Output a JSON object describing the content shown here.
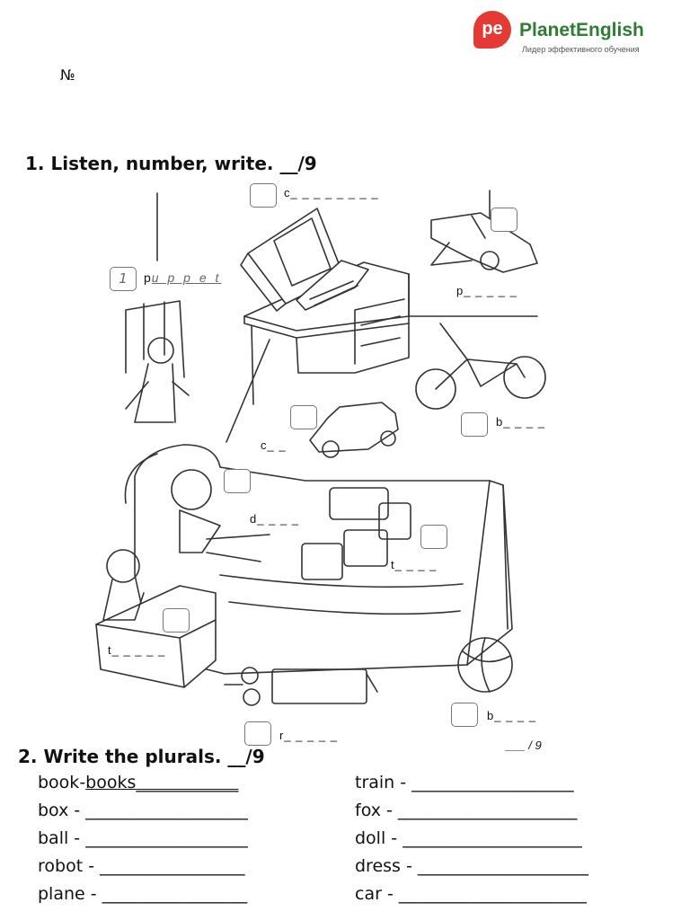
{
  "header": {
    "logo_mark": "pe",
    "logo_name": "PlanetEnglish",
    "logo_tagline": "Лидер эффективного обучения",
    "number_sign": "№"
  },
  "exercise1": {
    "title": "1. Listen, number, write. __/9",
    "items": [
      {
        "number": "1",
        "prefix": "p",
        "answer": "u p p e t"
      },
      {
        "number": "",
        "prefix": "c",
        "blank": "_ _ _ _ _ _ _ _"
      },
      {
        "number": "",
        "prefix": "p",
        "blank": "_ _ _ _ _"
      },
      {
        "number": "",
        "prefix": "b",
        "blank": "_ _ _ _"
      },
      {
        "number": "",
        "prefix": "c",
        "blank": "_ _"
      },
      {
        "number": "",
        "prefix": "d",
        "blank": "_ _ _ _"
      },
      {
        "number": "",
        "prefix": "t",
        "blank": "_ _ _ _"
      },
      {
        "number": "",
        "prefix": "t",
        "blank": "_ _ _ _ _"
      },
      {
        "number": "",
        "prefix": "b",
        "blank": "_ _ _ _"
      },
      {
        "number": "",
        "prefix": "r",
        "blank": "_ _ _ _ _"
      }
    ],
    "score": "___ / 9"
  },
  "exercise2": {
    "title": "2. Write the plurals. __/9",
    "left": [
      {
        "word": "book-",
        "answer": "books",
        "blank": "____________"
      },
      {
        "word": "box - ",
        "blank": "___________________"
      },
      {
        "word": "ball - ",
        "blank": "___________________"
      },
      {
        "word": "robot - ",
        "blank": "_________________"
      },
      {
        "word": "plane - ",
        "blank": "_________________"
      }
    ],
    "right": [
      {
        "word": "train - ",
        "blank": "___________________"
      },
      {
        "word": "fox - ",
        "blank": "_____________________"
      },
      {
        "word": "doll - ",
        "blank": "_____________________"
      },
      {
        "word": "dress - ",
        "blank": "____________________"
      },
      {
        "word": "car - ",
        "blank": "______________________"
      }
    ]
  }
}
